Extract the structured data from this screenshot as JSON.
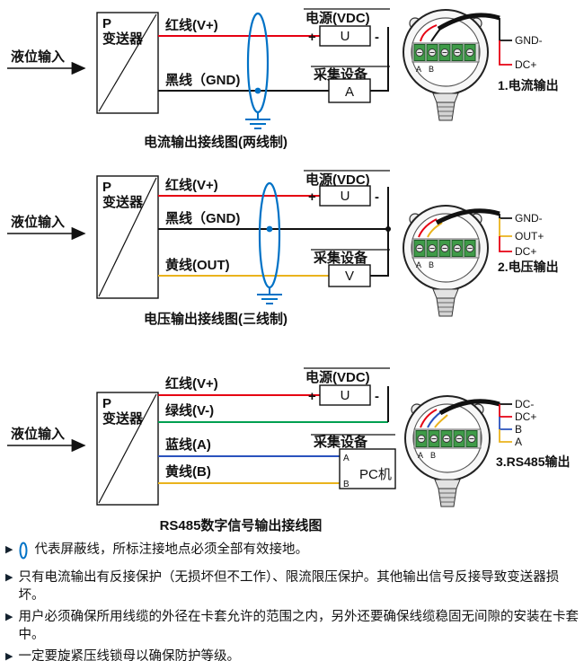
{
  "colors": {
    "red": "#e60012",
    "black": "#111111",
    "yellow": "#eab31c",
    "green": "#00a050",
    "blue": "#2a52be",
    "shield_blue": "#0072c6",
    "terminal_green": "#3f9b48"
  },
  "diagram1": {
    "input_label": "液位输入",
    "transmitter": {
      "p": "P",
      "name": "变送器"
    },
    "wires": {
      "red": "红线(V+)",
      "black": "黑线（GND)"
    },
    "power": {
      "title": "电源(VDC)",
      "unit": "U",
      "plus": "+",
      "minus": "-"
    },
    "collector": {
      "title": "采集设备",
      "unit": "A"
    },
    "pins": {
      "gnd": "GND-",
      "dc": "DC+"
    },
    "output_label": "1.电流输出",
    "caption": "电流输出接线图(两线制)"
  },
  "diagram2": {
    "input_label": "液位输入",
    "transmitter": {
      "p": "P",
      "name": "变送器"
    },
    "wires": {
      "red": "红线(V+)",
      "black": "黑线（GND)",
      "yellow": "黄线(OUT)"
    },
    "power": {
      "title": "电源(VDC)",
      "unit": "U",
      "plus": "+",
      "minus": "-"
    },
    "collector": {
      "title": "采集设备",
      "unit": "V"
    },
    "pins": {
      "gnd": "GND-",
      "out": "OUT+",
      "dc": "DC+"
    },
    "output_label": "2.电压输出",
    "caption": "电压输出接线图(三线制)"
  },
  "diagram3": {
    "input_label": "液位输入",
    "transmitter": {
      "p": "P",
      "name": "变送器"
    },
    "wires": {
      "red": "红线(V+)",
      "green": "绿线(V-)",
      "blue": "蓝线(A)",
      "yellow": "黄线(B)"
    },
    "power": {
      "title": "电源(VDC)",
      "unit": "U",
      "plus": "+",
      "minus": "-"
    },
    "collector": {
      "title": "采集设备",
      "device": "PC机",
      "port_a": "A",
      "port_b": "B"
    },
    "pins": {
      "dc_minus": "DC-",
      "dc_plus": "DC+",
      "b": "B",
      "a": "A"
    },
    "output_label": "3.RS485输出",
    "caption": "RS485数字信号输出接线图"
  },
  "housing": {
    "terminal_a": "A",
    "terminal_b": "B"
  },
  "notes": {
    "bullet": "▶",
    "items": [
      "代表屏蔽线，所标注接地点必须全部有效接地。",
      "只有电流输出有反接保护（无损坏但不工作）、限流限压保护。其他输出信号反接导致变送器损坏。",
      "用户必须确保所用线缆的外径在卡套允许的范围之内，另外还要确保线缆稳固无间隙的安装在卡套中。",
      "一定要旋紧压线锁母以确保防护等级。"
    ]
  }
}
